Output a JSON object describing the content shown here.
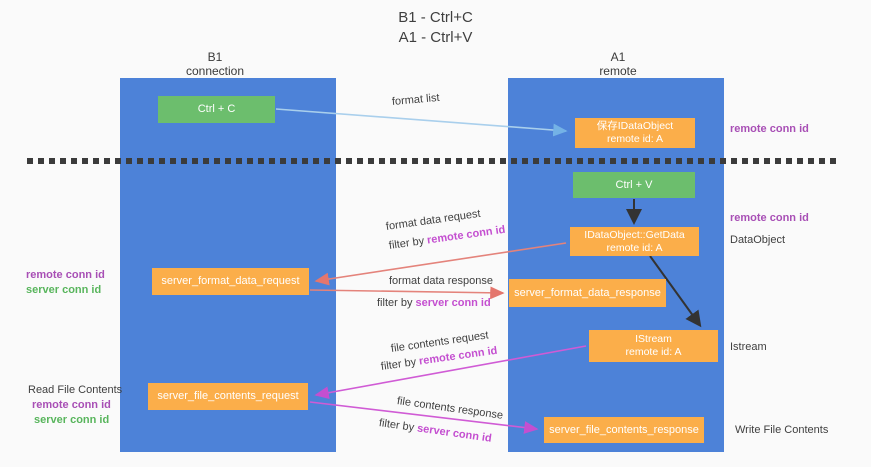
{
  "title": {
    "line1": "B1 - Ctrl+C",
    "line2": "A1 - Ctrl+V"
  },
  "columns": {
    "left": {
      "name": "B1",
      "role": "connection"
    },
    "right": {
      "name": "A1",
      "role": "remote"
    }
  },
  "nodes": {
    "ctrl_c": {
      "label": "Ctrl + C"
    },
    "saved_idataobject": {
      "line1": "保存IDataObject",
      "line2": "remote id: A"
    },
    "ctrl_v": {
      "label": "Ctrl + V"
    },
    "idataobject_getdata": {
      "line1": "IDataObject::GetData",
      "line2": "remote id: A"
    },
    "server_format_data_request": {
      "label": "server_format_data_request"
    },
    "server_format_data_response": {
      "label": "server_format_data_response"
    },
    "istream": {
      "line1": "IStream",
      "line2": "remote id: A"
    },
    "server_file_contents_request": {
      "label": "server_file_contents_request"
    },
    "server_file_contents_response": {
      "label": "server_file_contents_response"
    }
  },
  "flows": {
    "format_list": {
      "label": "format list"
    },
    "format_data_request": {
      "label": "format data request",
      "filter_prefix": "filter by ",
      "filter_key": "remote conn id"
    },
    "format_data_response": {
      "label": "format data response",
      "filter_prefix": "filter by ",
      "filter_key": "server conn id"
    },
    "file_contents_request": {
      "label": "file contents request",
      "filter_prefix": "filter by ",
      "filter_key": "remote conn id"
    },
    "file_contents_response": {
      "label": "file contents response",
      "filter_prefix": "filter by ",
      "filter_key": "server conn id"
    }
  },
  "annotations": {
    "right_top_remote_conn_id": "remote conn id",
    "right_mid_remote_conn_id": "remote conn id",
    "dataobject_label": "DataObject",
    "istream_label": "Istream",
    "write_file_contents": "Write File Contents",
    "left_mid": {
      "remote": "remote conn id",
      "server": "server conn id"
    },
    "left_bottom": {
      "title": "Read File Contents",
      "remote": "remote conn id",
      "server": "server conn id"
    }
  },
  "colors": {
    "column_blue": "#4d82d8",
    "node_green": "#6cbe6d",
    "node_orange": "#fbae4a",
    "arrow_light_blue": "#a9cfec",
    "arrow_salmon": "#e4837b",
    "arrow_magenta": "#d05bd5",
    "arrow_black": "#333333",
    "text_purple": "#a84fb5",
    "text_green": "#58b55c",
    "text_magenta": "#c44fd0",
    "background": "#fafafa"
  }
}
